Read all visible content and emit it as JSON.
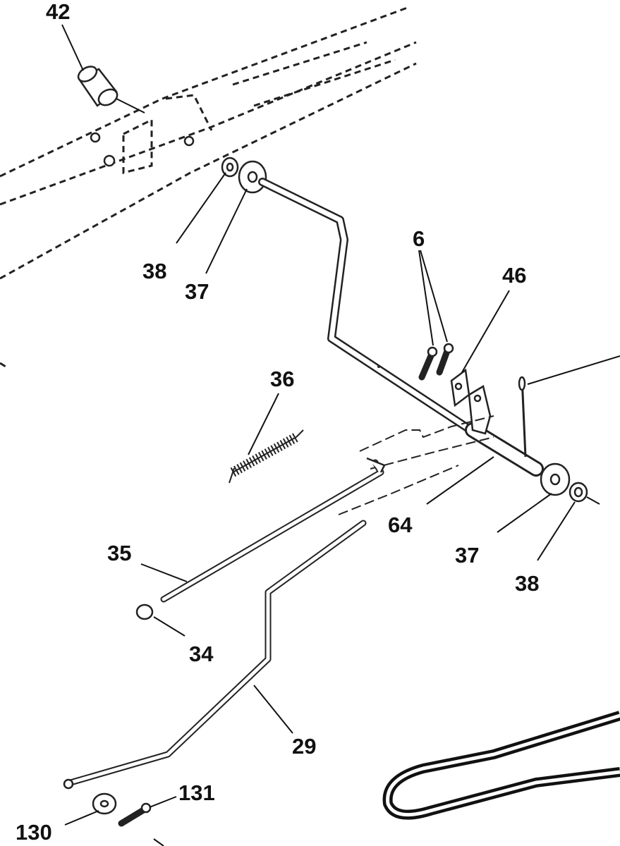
{
  "diagram": {
    "callouts": [
      {
        "id": "part-42",
        "text": "42"
      },
      {
        "id": "part-38-top",
        "text": "38"
      },
      {
        "id": "part-37-top",
        "text": "37"
      },
      {
        "id": "part-6",
        "text": "6"
      },
      {
        "id": "part-46",
        "text": "46"
      },
      {
        "id": "part-36",
        "text": "36"
      },
      {
        "id": "part-64",
        "text": "64"
      },
      {
        "id": "part-37-right",
        "text": "37"
      },
      {
        "id": "part-38-right",
        "text": "38"
      },
      {
        "id": "part-35",
        "text": "35"
      },
      {
        "id": "part-34",
        "text": "34"
      },
      {
        "id": "part-29",
        "text": "29"
      },
      {
        "id": "part-131",
        "text": "131"
      },
      {
        "id": "part-130",
        "text": "130"
      }
    ]
  }
}
